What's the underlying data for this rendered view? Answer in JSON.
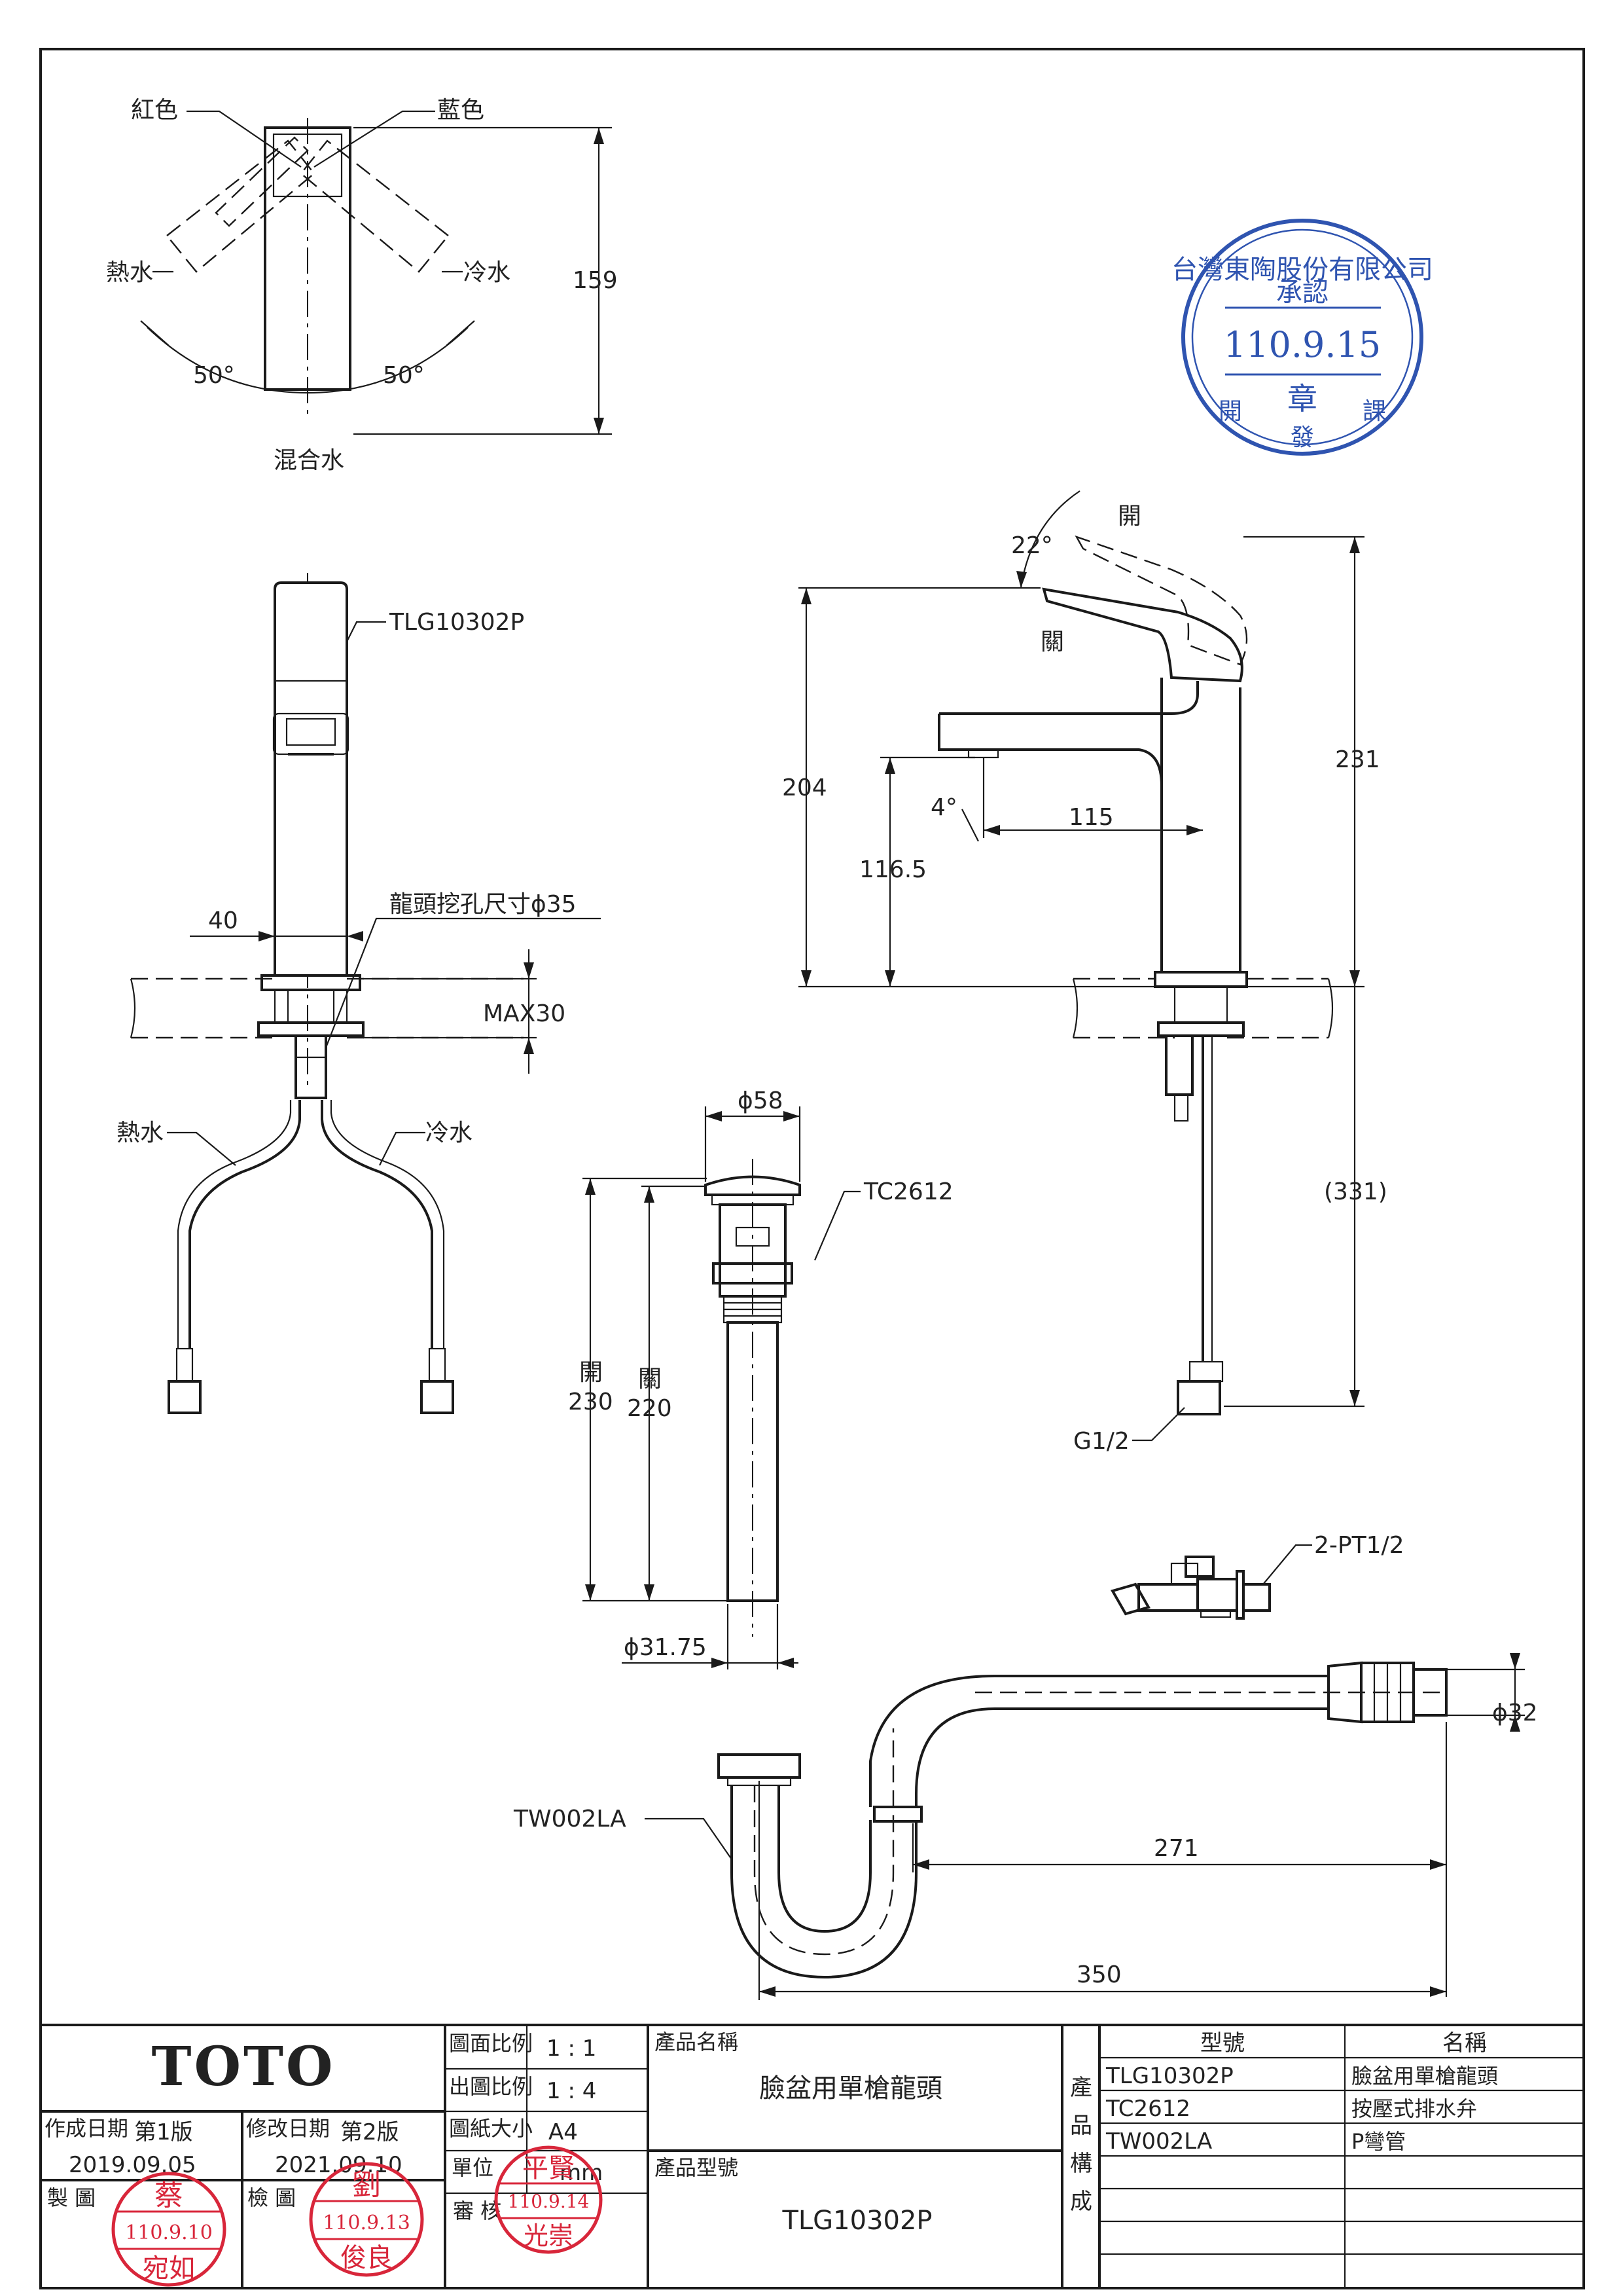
{
  "labels": {
    "red": "紅色",
    "blue": "藍色",
    "hot_water": "熱水",
    "cold_water": "冷水",
    "mixed_water": "混合水",
    "angle_left": "50°",
    "angle_right": "50°",
    "height_top": "159",
    "model": "TLG10302P",
    "hole_size": "龍頭挖孔尺寸ϕ35",
    "width_40": "40",
    "max30": "MAX30",
    "hot_water_2": "熱水",
    "cold_water_2": "冷水",
    "open": "開",
    "closed": "關",
    "angle_22": "22°",
    "angle_4": "4°",
    "dim_204": "204",
    "dim_231": "231",
    "dim_115": "115",
    "dim_116_5": "116.5",
    "dim_331": "(331)",
    "g12": "G1/2",
    "phi58": "ϕ58",
    "tc2612": "TC2612",
    "open_2": "開",
    "dim_230": "230",
    "closed_2": "關",
    "dim_220": "220",
    "phi3175": "ϕ31.75",
    "pt12": "2-PT1/2",
    "phi32": "ϕ32",
    "tw002la": "TW002LA",
    "dim_271": "271",
    "dim_350": "350"
  },
  "stamp_approval": {
    "company": "台灣東陶股份有限公司",
    "approved": "承認",
    "date": "110.9.15",
    "seal": "章",
    "dept_1": "開",
    "dept_2": "發",
    "dept_3": "課"
  },
  "title_block": {
    "logo": "TOTO",
    "created_label": "作成日期",
    "edition_1": "第1版",
    "created_date": "2019.09.05",
    "revised_label": "修改日期",
    "edition_2": "第2版",
    "revised_date": "2021.09.10",
    "drawn_label": "製 圖",
    "checked_label": "檢 圖",
    "scale_label": "圖面比例",
    "scale_value": "1 : 1",
    "out_scale_label": "出圖比例",
    "out_scale_value": "1 : 4",
    "paper_label": "圖紙大小",
    "paper_value": "A4",
    "unit_label": "單位",
    "unit_value": "mm",
    "review_label": "審 核",
    "product_name_label": "產品名稱",
    "product_name": "臉盆用單槍龍頭",
    "product_model_label": "產品型號",
    "product_model": "TLG10302P",
    "composition_label": "產品構成",
    "col_model": "型號",
    "col_name": "名稱",
    "parts": [
      {
        "model": "TLG10302P",
        "name": "臉盆用單槍龍頭"
      },
      {
        "model": "TC2612",
        "name": "按壓式排水弁"
      },
      {
        "model": "TW002LA",
        "name": "P彎管"
      }
    ]
  },
  "stamps": {
    "drawn": {
      "name_top": "蔡",
      "date": "110.9.10",
      "name_bottom": "宛如"
    },
    "checked": {
      "name_top": "劉",
      "date": "110.9.13",
      "name_bottom": "俊良"
    },
    "review": {
      "name_top": "平賢",
      "date": "110.9.14",
      "name_bottom": "光崇"
    }
  }
}
